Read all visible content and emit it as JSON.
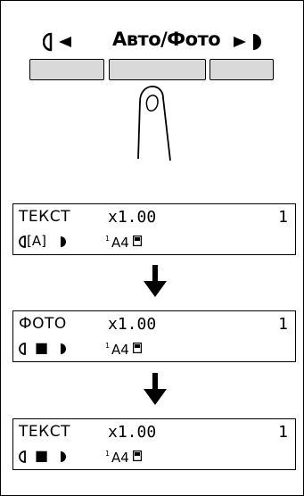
{
  "control": {
    "button_label": "Авто/Фото"
  },
  "panels": [
    {
      "mode": "ТЕКСТ",
      "zoom": "x1.00",
      "count": "1",
      "indicator": "[A]",
      "tray": "1",
      "paper": "A4"
    },
    {
      "mode": "ФОТО",
      "zoom": "x1.00",
      "count": "1",
      "indicator": "■",
      "tray": "1",
      "paper": "A4"
    },
    {
      "mode": "ТЕКСТ",
      "zoom": "x1.00",
      "count": "1",
      "indicator": "■",
      "tray": "1",
      "paper": "A4"
    }
  ],
  "icons": {
    "left": "lighter-half-circle-icon",
    "right": "darker-half-circle-icon",
    "arrow": "down-arrow-icon",
    "paper": "paper-orientation-icon"
  }
}
